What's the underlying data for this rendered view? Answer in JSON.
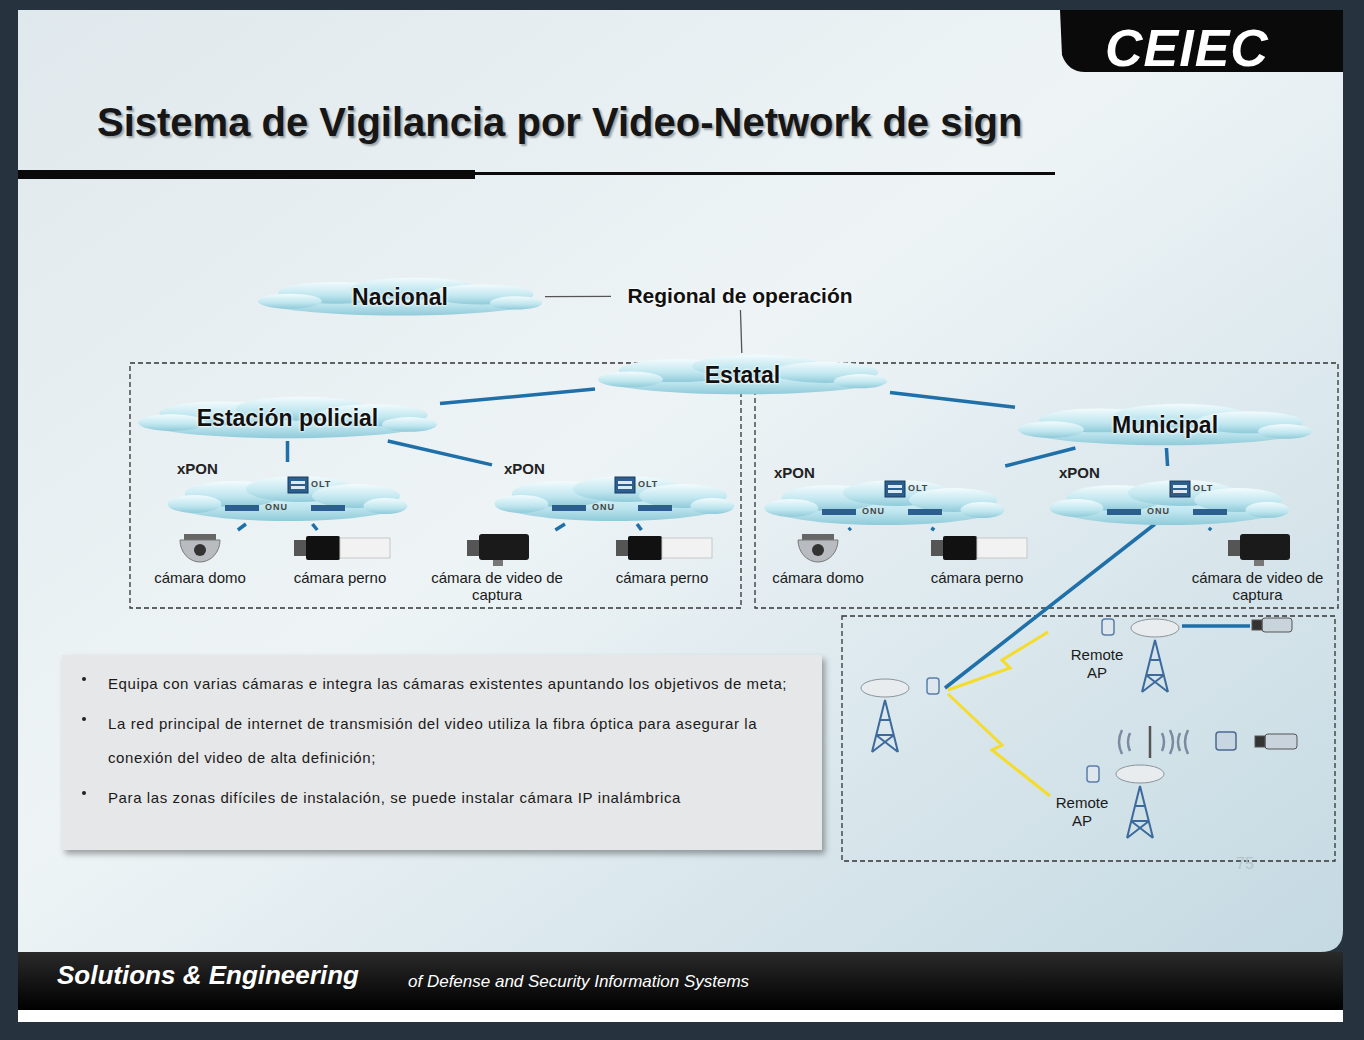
{
  "diagram": {
    "title": "Sistema de Vigilancia por Video-Network de sign",
    "nodes": [
      {
        "text": [
          "Nacional"
        ]
      },
      {
        "text": [
          "Regional de operación"
        ]
      },
      {
        "text": [
          "Estatal"
        ]
      },
      {
        "text": [
          "Estación policial"
        ]
      },
      {
        "text": [
          "Municipal"
        ]
      },
      {
        "text": [
          "xPON",
          "OLT",
          "ONU"
        ]
      },
      {
        "text": [
          "xPON",
          "OLT",
          "ONU"
        ]
      },
      {
        "text": [
          "xPON",
          "OLT",
          "ONU"
        ]
      },
      {
        "text": [
          "xPON",
          "OLT",
          "ONU"
        ]
      },
      {
        "text": [
          "cámara domo"
        ]
      },
      {
        "text": [
          "cámara perno"
        ]
      },
      {
        "text": [
          "cámara de video de captura"
        ]
      },
      {
        "text": [
          "cámara perno"
        ]
      },
      {
        "text": [
          "cámara domo"
        ]
      },
      {
        "text": [
          "cámara perno"
        ]
      },
      {
        "text": [
          "cámara de video de captura"
        ]
      },
      {
        "text": [
          "Remote AP"
        ]
      },
      {
        "text": [
          "Remote AP"
        ]
      },
      {
        "text": [
          "Equipa con varias cámaras e integra las cámaras existentes apuntando los objetivos de meta;",
          "La red principal de internet de transmisión del video utiliza la fibra óptica para asegurar la conexión del video de alta definición;",
          "Para las zonas difíciles de instalación, se puede instalar cámara IP inalámbrica"
        ]
      }
    ],
    "edges": [
      {
        "from": 0,
        "to": 1,
        "arrow": "none"
      },
      {
        "from": 1,
        "to": 2,
        "arrow": "none"
      },
      {
        "from": 2,
        "to": 3,
        "arrow": "none"
      },
      {
        "from": 2,
        "to": 4,
        "arrow": "none"
      },
      {
        "from": 3,
        "to": 5,
        "arrow": "none"
      },
      {
        "from": 3,
        "to": 6,
        "arrow": "none"
      },
      {
        "from": 4,
        "to": 7,
        "arrow": "none"
      },
      {
        "from": 4,
        "to": 8,
        "arrow": "none"
      },
      {
        "from": 5,
        "to": 9,
        "arrow": "none"
      },
      {
        "from": 5,
        "to": 10,
        "arrow": "none"
      },
      {
        "from": 6,
        "to": 11,
        "arrow": "none"
      },
      {
        "from": 6,
        "to": 12,
        "arrow": "none"
      },
      {
        "from": 7,
        "to": 13,
        "arrow": "none"
      },
      {
        "from": 7,
        "to": 14,
        "arrow": "none"
      },
      {
        "from": 8,
        "to": 15,
        "arrow": "none"
      }
    ],
    "labels": [
      "CEIEC",
      "Solutions & Engineering",
      "of Defense and Security Information Systems",
      "75"
    ]
  }
}
